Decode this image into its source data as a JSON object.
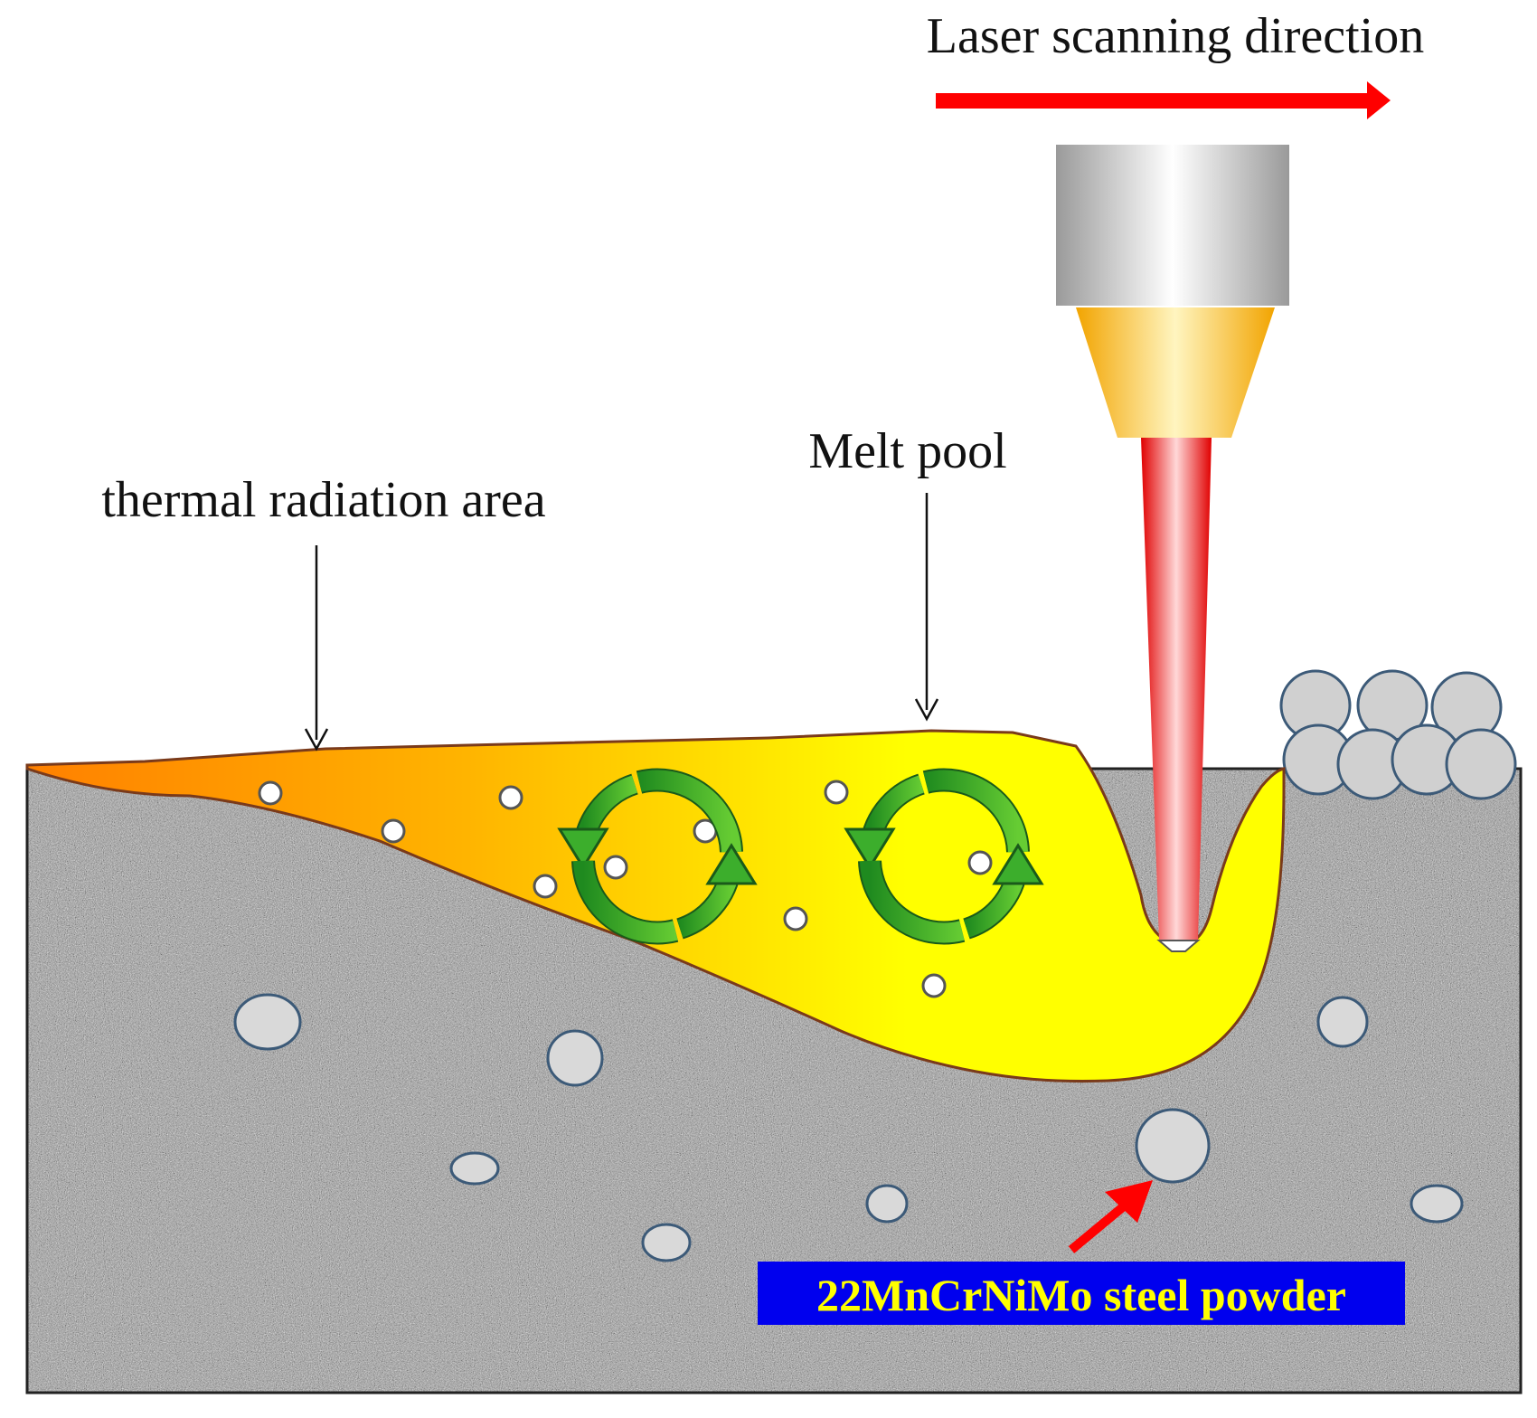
{
  "labels": {
    "scan_direction": "Laser scanning direction",
    "melt_pool": "Melt pool",
    "thermal_radiation": "thermal radiation area",
    "powder": "22MnCrNiMo steel powder"
  },
  "colors": {
    "scan_arrow": "#ff0000",
    "laser_beam": "#ee1111",
    "nozzle_body": "#c8c8c8",
    "nozzle_cone": "#f5b800",
    "melt_pool_hot": "#ffff00",
    "melt_pool_cool": "#ff8c00",
    "flow_arrows": "#2e9e2e",
    "substrate": "#9a9a9a",
    "particle_fill": "#d9d9d9",
    "particle_edge": "#3c5a78",
    "powder_label_bg": "#0000ee",
    "powder_label_text": "#ffff00",
    "pointer_arrow": "#ff0000"
  },
  "icons": {
    "flow": "circular-flow-arrows",
    "pointer": "pointer-arrow"
  }
}
